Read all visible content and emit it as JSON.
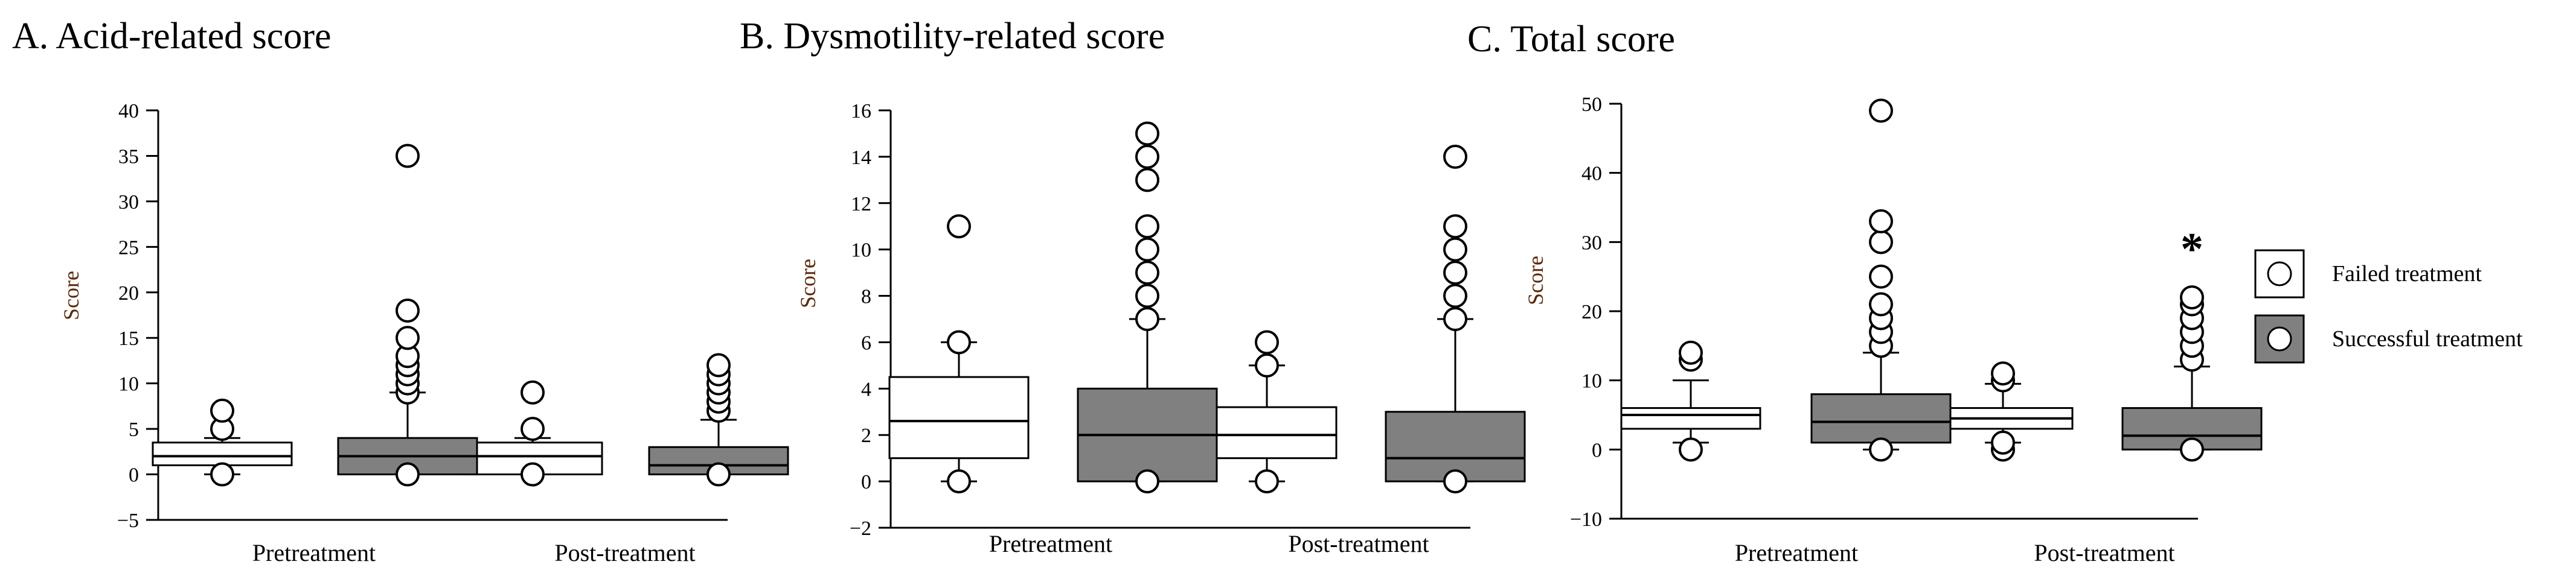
{
  "legend": {
    "failed_label": "Failed treatment",
    "success_label": "Successful treatment"
  },
  "colors": {
    "failed": "#ffffff",
    "successful": "#808080",
    "stroke": "#000000",
    "axis_title": "#5a2a0a"
  },
  "chart_data": [
    {
      "type": "box",
      "title": "A. Acid-related score",
      "ylabel": "Score",
      "xlabel": "",
      "ylim": [
        -5,
        40
      ],
      "yticks": [
        -5,
        0,
        5,
        10,
        15,
        20,
        25,
        30,
        35,
        40
      ],
      "categories": [
        "Pretreatment",
        "Post-treatment"
      ],
      "series": [
        {
          "name": "Failed treatment",
          "boxes": [
            {
              "q1": 1,
              "median": 2,
              "q3": 3.5,
              "whisker_low": 0,
              "whisker_high": 4,
              "outliers": [
                0,
                5,
                7
              ]
            },
            {
              "q1": 0,
              "median": 2,
              "q3": 3.5,
              "whisker_low": 0,
              "whisker_high": 4,
              "outliers": [
                0,
                5,
                9
              ]
            }
          ]
        },
        {
          "name": "Successful treatment",
          "boxes": [
            {
              "q1": 0,
              "median": 2,
              "q3": 4,
              "whisker_low": 0,
              "whisker_high": 9,
              "outliers": [
                0,
                9,
                10,
                11,
                12,
                13,
                15,
                18,
                35
              ]
            },
            {
              "q1": 0,
              "median": 1,
              "q3": 3,
              "whisker_low": 0,
              "whisker_high": 6,
              "outliers": [
                0,
                7,
                8,
                9,
                10,
                11,
                12
              ]
            }
          ]
        }
      ],
      "annotations": []
    },
    {
      "type": "box",
      "title": "B. Dysmotility-related score",
      "ylabel": "Score",
      "xlabel": "",
      "ylim": [
        -2,
        16
      ],
      "yticks": [
        -2,
        0,
        2,
        4,
        6,
        8,
        10,
        12,
        14,
        16
      ],
      "categories": [
        "Pretreatment",
        "Post-treatment"
      ],
      "series": [
        {
          "name": "Failed treatment",
          "boxes": [
            {
              "q1": 1,
              "median": 2.6,
              "q3": 4.5,
              "whisker_low": 0,
              "whisker_high": 6,
              "outliers": [
                0,
                6,
                11
              ]
            },
            {
              "q1": 1,
              "median": 2,
              "q3": 3.2,
              "whisker_low": 0,
              "whisker_high": 5,
              "outliers": [
                0,
                5,
                6
              ]
            }
          ]
        },
        {
          "name": "Successful treatment",
          "boxes": [
            {
              "q1": 0,
              "median": 2,
              "q3": 4,
              "whisker_low": 0,
              "whisker_high": 7,
              "outliers": [
                0,
                7,
                8,
                9,
                10,
                11,
                13,
                14,
                15
              ]
            },
            {
              "q1": 0,
              "median": 1,
              "q3": 3,
              "whisker_low": 0,
              "whisker_high": 7,
              "outliers": [
                0,
                7,
                8,
                9,
                10,
                11,
                14
              ]
            }
          ]
        }
      ],
      "annotations": []
    },
    {
      "type": "box",
      "title": "C. Total score",
      "ylabel": "Score",
      "xlabel": "",
      "ylim": [
        -10,
        50
      ],
      "yticks": [
        -10,
        0,
        10,
        20,
        30,
        40,
        50
      ],
      "categories": [
        "Pretreatment",
        "Post-treatment"
      ],
      "series": [
        {
          "name": "Failed treatment",
          "boxes": [
            {
              "q1": 3,
              "median": 5,
              "q3": 6,
              "whisker_low": 1,
              "whisker_high": 10,
              "outliers": [
                0,
                13,
                14
              ]
            },
            {
              "q1": 3,
              "median": 4.5,
              "q3": 6,
              "whisker_low": 1,
              "whisker_high": 9.5,
              "outliers": [
                0,
                1,
                10,
                11
              ]
            }
          ]
        },
        {
          "name": "Successful treatment",
          "boxes": [
            {
              "q1": 1,
              "median": 4,
              "q3": 8,
              "whisker_low": 0,
              "whisker_high": 14,
              "outliers": [
                0,
                15,
                17,
                19,
                21,
                25,
                30,
                33,
                49
              ]
            },
            {
              "q1": 0,
              "median": 2,
              "q3": 6,
              "whisker_low": 0,
              "whisker_high": 12,
              "outliers": [
                0,
                13,
                15,
                17,
                19,
                21,
                22
              ]
            }
          ]
        }
      ],
      "annotations": [
        {
          "text": "*",
          "category": "Post-treatment",
          "series": "Successful treatment"
        }
      ]
    }
  ]
}
